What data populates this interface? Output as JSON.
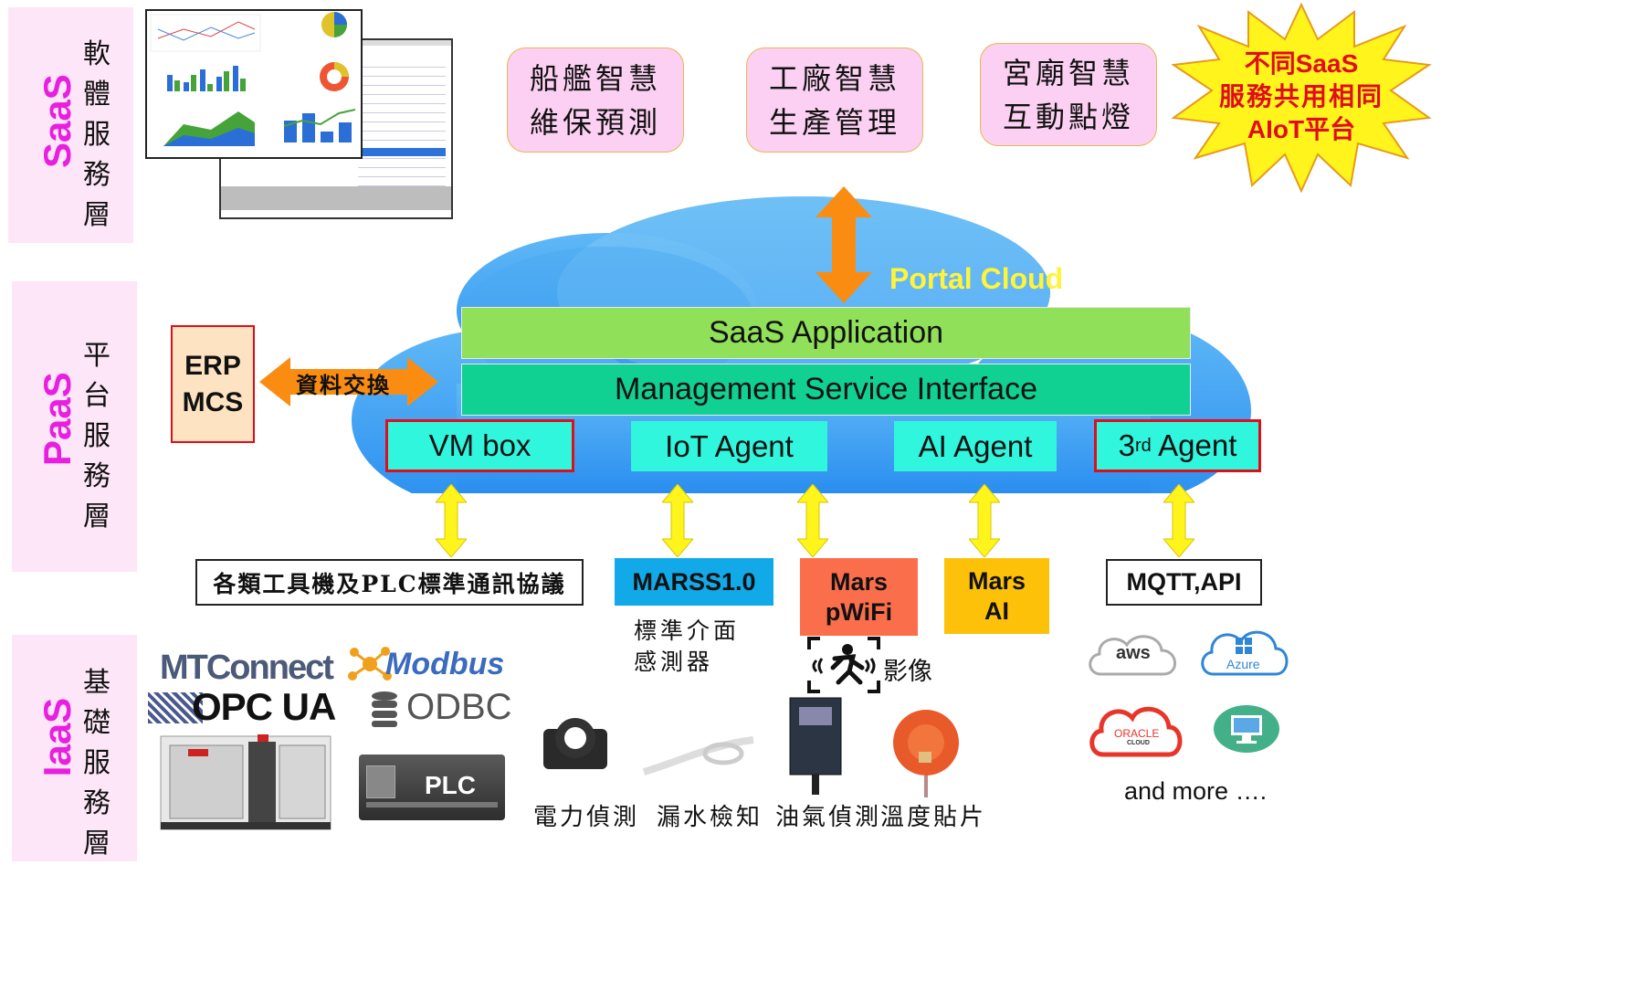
{
  "layers": [
    {
      "en": "SaaS",
      "zh": [
        "軟",
        "體",
        "服",
        "務",
        "層"
      ]
    },
    {
      "en": "PaaS",
      "zh": [
        "平",
        "台",
        "服",
        "務",
        "層"
      ]
    },
    {
      "en": "IaaS",
      "zh": [
        "基",
        "礎",
        "服",
        "務",
        "層"
      ]
    }
  ],
  "saas_services": [
    {
      "line1": "船艦智慧",
      "line2": "維保預測"
    },
    {
      "line1": "工廠智慧",
      "line2": "生產管理"
    },
    {
      "line1": "宮廟智慧",
      "line2": "互動點燈"
    }
  ],
  "starburst": {
    "line1_a": "不同",
    "line1_b": "SaaS",
    "line2": "服務共用相同",
    "line3_a": "AIoT",
    "line3_b": "平台"
  },
  "portal_cloud": "Portal Cloud",
  "saas_application": "SaaS Application",
  "management_interface": "Management Service Interface",
  "erp": {
    "line1": "ERP",
    "line2": "MCS"
  },
  "data_exchange": "資料交換",
  "agents": {
    "vm_box": "VM box",
    "iot_agent": "IoT Agent",
    "ai_agent": "AI Agent",
    "third_base": "3",
    "third_sup": "rd",
    "third_rest": " Agent"
  },
  "devices": {
    "plc_protocol": "各類工具機及PLC標準通訊協議",
    "marss": "MARSS1.0",
    "mars_pwifi": {
      "line1": "Mars",
      "line2": "pWiFi"
    },
    "mars_ai": {
      "line1": "Mars",
      "line2": "AI"
    },
    "mqtt": "MQTT,API"
  },
  "sensor_caption": {
    "line1": "標準介面",
    "line2": "感測器"
  },
  "video_label": "影像",
  "protocols": {
    "mtconnect": "MTConnect",
    "modbus": "Modbus",
    "opcua": "OPC UA",
    "odbc": "ODBC",
    "plc": "PLC"
  },
  "sensors": [
    "電力偵測",
    "漏水檢知",
    "油氣偵測",
    "溫度貼片"
  ],
  "clouds": {
    "aws": "aws",
    "azure": "Azure",
    "oracle": "ORACLE",
    "oracle_sub": "CLOUD"
  },
  "and_more": "and more ….",
  "colors": {
    "layer_band": "#fde6f7",
    "layer_text": "#e81ee0",
    "saas_box": "#fbd0f2",
    "saas_app_bar": "#90e05a",
    "mgmt_bar": "#10d192",
    "agent": "#2ff6dd",
    "marss": "#12a9e8",
    "mars_pwifi": "#fb6e4c",
    "mars_ai": "#fcc108",
    "erp_box": "#fde3c1",
    "arrow_orange": "#fb8c12",
    "arrow_yellow": "#fff41c",
    "starburst": "#fff41c",
    "starburst_text": "#e00d1a",
    "cloud": "#2f9cf0"
  },
  "icons": [
    "shield-icon",
    "bar-chart-icon",
    "donut-chart-icon",
    "running-person-icon",
    "current-sensor-icon",
    "leak-tape-icon",
    "gas-detector-icon",
    "thermal-patch-icon",
    "cnc-machine-icon",
    "plc-device-icon",
    "database-icon",
    "aws-cloud-icon",
    "azure-cloud-icon",
    "oracle-cloud-icon",
    "monitor-icon"
  ]
}
